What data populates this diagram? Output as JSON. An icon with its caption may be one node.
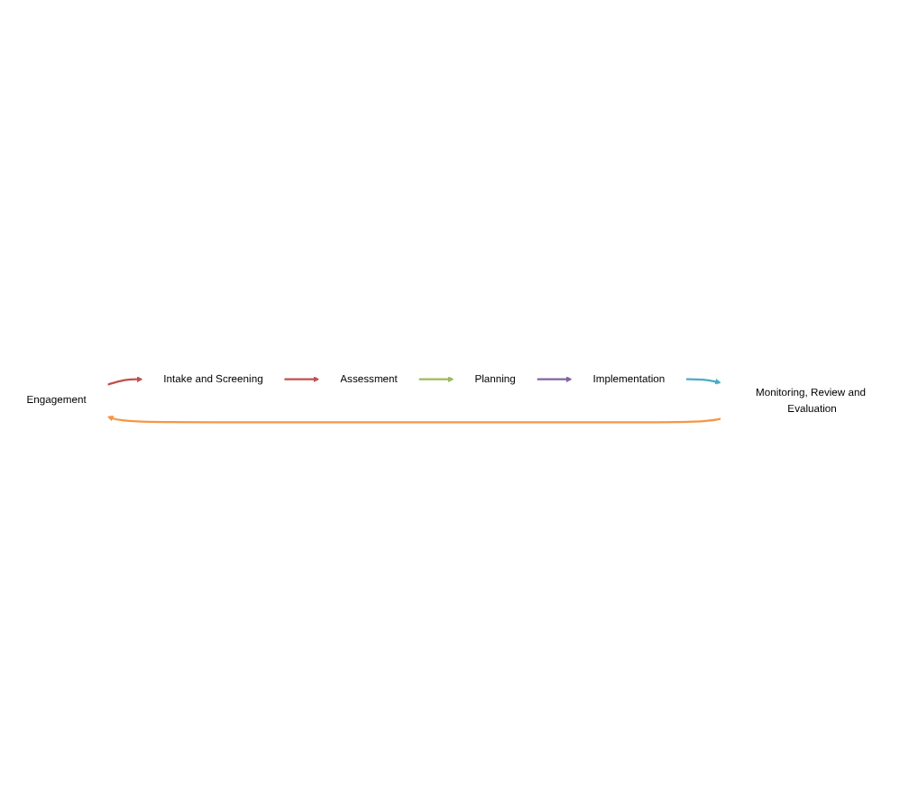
{
  "diagram": {
    "nodes": [
      {
        "text": [
          "Engagement"
        ]
      },
      {
        "text": [
          "Intake and Screening"
        ]
      },
      {
        "text": [
          "Assessment"
        ]
      },
      {
        "text": [
          "Planning"
        ]
      },
      {
        "text": [
          "Implementation"
        ]
      },
      {
        "text": [
          "Monitoring, Review and Evaluation"
        ]
      }
    ],
    "edges": [
      {
        "from": 0,
        "to": 1,
        "arrow": "to",
        "color": "#c0504d"
      },
      {
        "from": 1,
        "to": 2,
        "arrow": "to",
        "color": "#c0504d"
      },
      {
        "from": 2,
        "to": 3,
        "arrow": "to",
        "color": "#9bbb59"
      },
      {
        "from": 3,
        "to": 4,
        "arrow": "to",
        "color": "#8064a2"
      },
      {
        "from": 4,
        "to": 5,
        "arrow": "to",
        "color": "#4bacc6"
      },
      {
        "from": 5,
        "to": 0,
        "arrow": "to",
        "color": "#f79646"
      }
    ]
  }
}
